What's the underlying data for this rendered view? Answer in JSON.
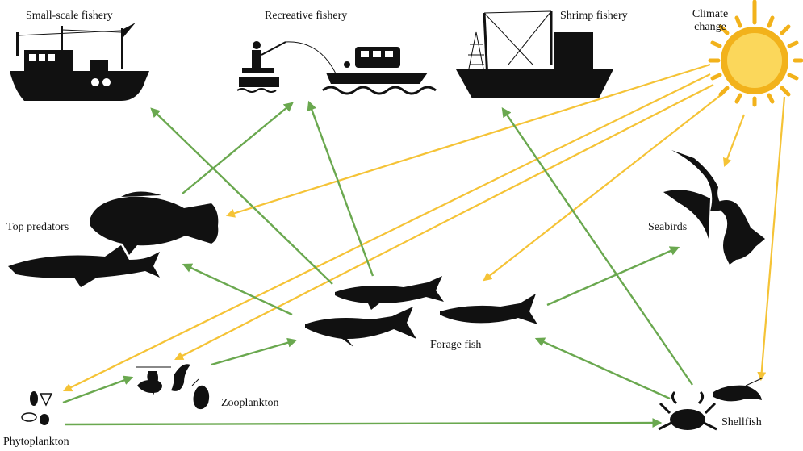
{
  "labels": {
    "small_scale": "Small-scale fishery",
    "recreative": "Recreative fishery",
    "shrimp": "Shrimp fishery",
    "climate_1": "Climate",
    "climate_2": "change",
    "top_predators": "Top predators",
    "seabirds": "Seabirds",
    "forage_fish": "Forage fish",
    "zooplankton": "Zooplankton",
    "phytoplankton": "Phytoplankton",
    "shellfish": "Shellfish"
  },
  "colors": {
    "green_arrow": "#6aa84f",
    "yellow_arrow": "#f5c336",
    "silhouette": "#111111",
    "sun_fill": "#fbd75b",
    "sun_rays": "#f2b21b"
  },
  "icons": {
    "small_scale": "fishing-boat-icon",
    "recreative": "angler-and-motorboat-icon",
    "shrimp": "trawler-icon",
    "climate": "sun-icon",
    "top_predators": "grouper-and-shark-icon",
    "seabirds": "seabirds-icon",
    "forage_fish": "forage-fish-icon",
    "zooplankton": "zooplankton-icon",
    "phytoplankton": "phytoplankton-icon",
    "shellfish": "crab-and-shrimp-icon"
  }
}
